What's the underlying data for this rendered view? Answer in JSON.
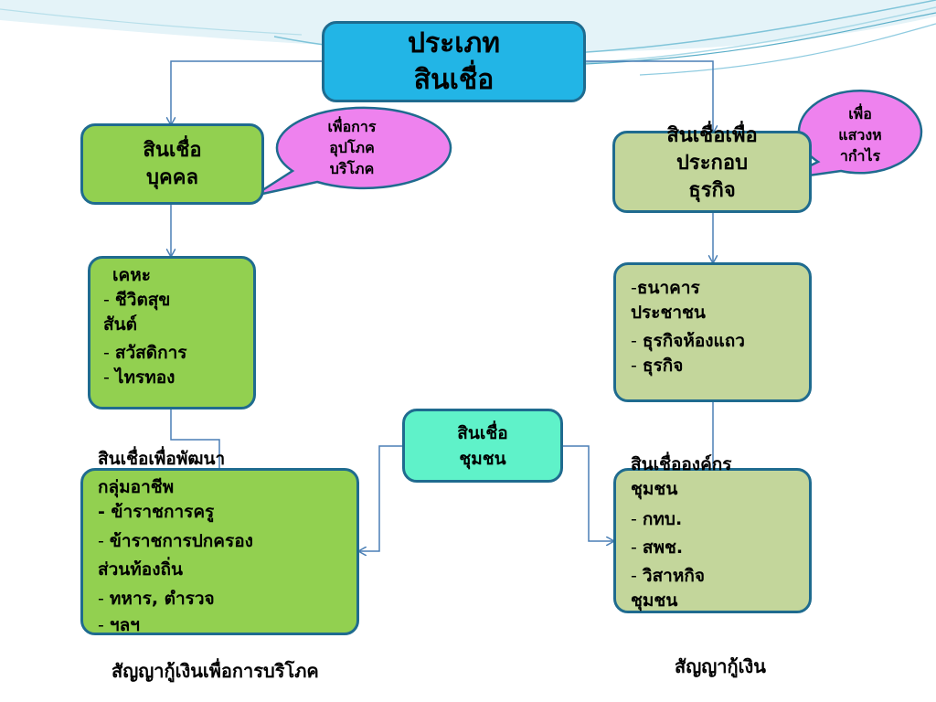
{
  "diagram": {
    "title_lines": [
      "ประเภท",
      "สินเชื่อ"
    ],
    "personal": {
      "lines": [
        "สินเชื่อ",
        "บุคคล"
      ]
    },
    "business": {
      "lines": [
        "สินเชื่อเพื่อ",
        "ประกอบ",
        "ธุรกิจ"
      ]
    },
    "bubble_consumption": {
      "lines": [
        "เพื่อการ",
        "อุปโภค",
        "บริโภค"
      ]
    },
    "bubble_profit": {
      "lines": [
        "เพื่อ",
        "แสวงห",
        "ากำไร"
      ]
    },
    "personal_list": {
      "items": [
        {
          "dash": "",
          "text": "เคหะ"
        },
        {
          "dash": "- ",
          "text": "ชีวิตสุข"
        },
        {
          "dash": "",
          "text": "สันต์"
        },
        {
          "dash": "- ",
          "text": "สวัสดิการ"
        },
        {
          "dash": "- ",
          "text": "ไทรทอง"
        }
      ]
    },
    "business_list": {
      "items": [
        {
          "dash": "-",
          "text": "ธนาคาร"
        },
        {
          "dash": "",
          "text": "ประชาชน"
        },
        {
          "dash": "- ",
          "text": "ธุรกิจห้องแถว"
        },
        {
          "dash": "- ",
          "text": "ธุรกิจ"
        }
      ]
    },
    "community": {
      "lines": [
        "สินเชื่อ",
        "ชุมชน"
      ]
    },
    "career_group": {
      "items": [
        {
          "dash": "",
          "text": "สินเชื่อเพื่อพัฒนา"
        },
        {
          "dash": "",
          "text": "กลุ่มอาชีพ"
        },
        {
          "dash": "- ",
          "text": "ข้าราชการครู"
        },
        {
          "dash": "- ",
          "text": "ข้าราชการปกครอง"
        },
        {
          "dash": "",
          "text": "ส่วนท้องถิ่น"
        },
        {
          "dash": "- ",
          "text": "ทหาร, ตำรวจ"
        },
        {
          "dash": "- ",
          "text": "ฯลฯ"
        }
      ]
    },
    "community_org": {
      "items": [
        {
          "dash": "",
          "text": "สินเชื่อองค์กร"
        },
        {
          "dash": "",
          "text": "ชุมชน"
        },
        {
          "dash": "- ",
          "text": "กทบ."
        },
        {
          "dash": "- ",
          "text": "สพช."
        },
        {
          "dash": "- ",
          "text": "วิสาหกิจ"
        },
        {
          "dash": "",
          "text": "ชุมชน"
        }
      ]
    },
    "caption_left": "สัญญากู้เงินเพื่อการบริโภค",
    "caption_right": "สัญญากู้เงิน"
  },
  "colors": {
    "green_box": "#92d050",
    "olive_box": "#c3d69b",
    "title_box": "#22b5e6",
    "community_box": "#5ff2c9",
    "bubble": "#ee82ee",
    "border": "#1f6b8f",
    "connector": "#4a7fb5"
  }
}
